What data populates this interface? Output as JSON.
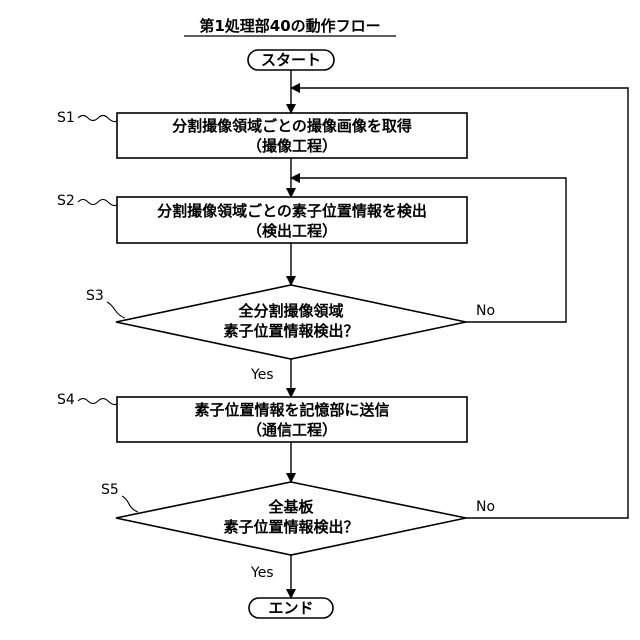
{
  "title": "第1処理部40の動作フロー",
  "start": "スタート",
  "end": "エンド",
  "steps": [
    {
      "id": "S1",
      "line1": "分割撮像領域ごとの撮像画像を取得",
      "line2": "（撮像工程）"
    },
    {
      "id": "S2",
      "line1": "分割撮像領域ごとの素子位置情報を検出",
      "line2": "（検出工程）"
    },
    {
      "id": "S3",
      "line1": "全分割撮像領域",
      "line2": "素子位置情報検出？"
    },
    {
      "id": "S4",
      "line1": "素子位置情報を記憶部に送信",
      "line2": "（通信工程）"
    },
    {
      "id": "S5",
      "line1": "全基板",
      "line2": "素子位置情報検出？"
    }
  ],
  "edges": {
    "s3_yes": "Yes",
    "s3_no": "No",
    "s5_yes": "Yes",
    "s5_no": "No"
  }
}
